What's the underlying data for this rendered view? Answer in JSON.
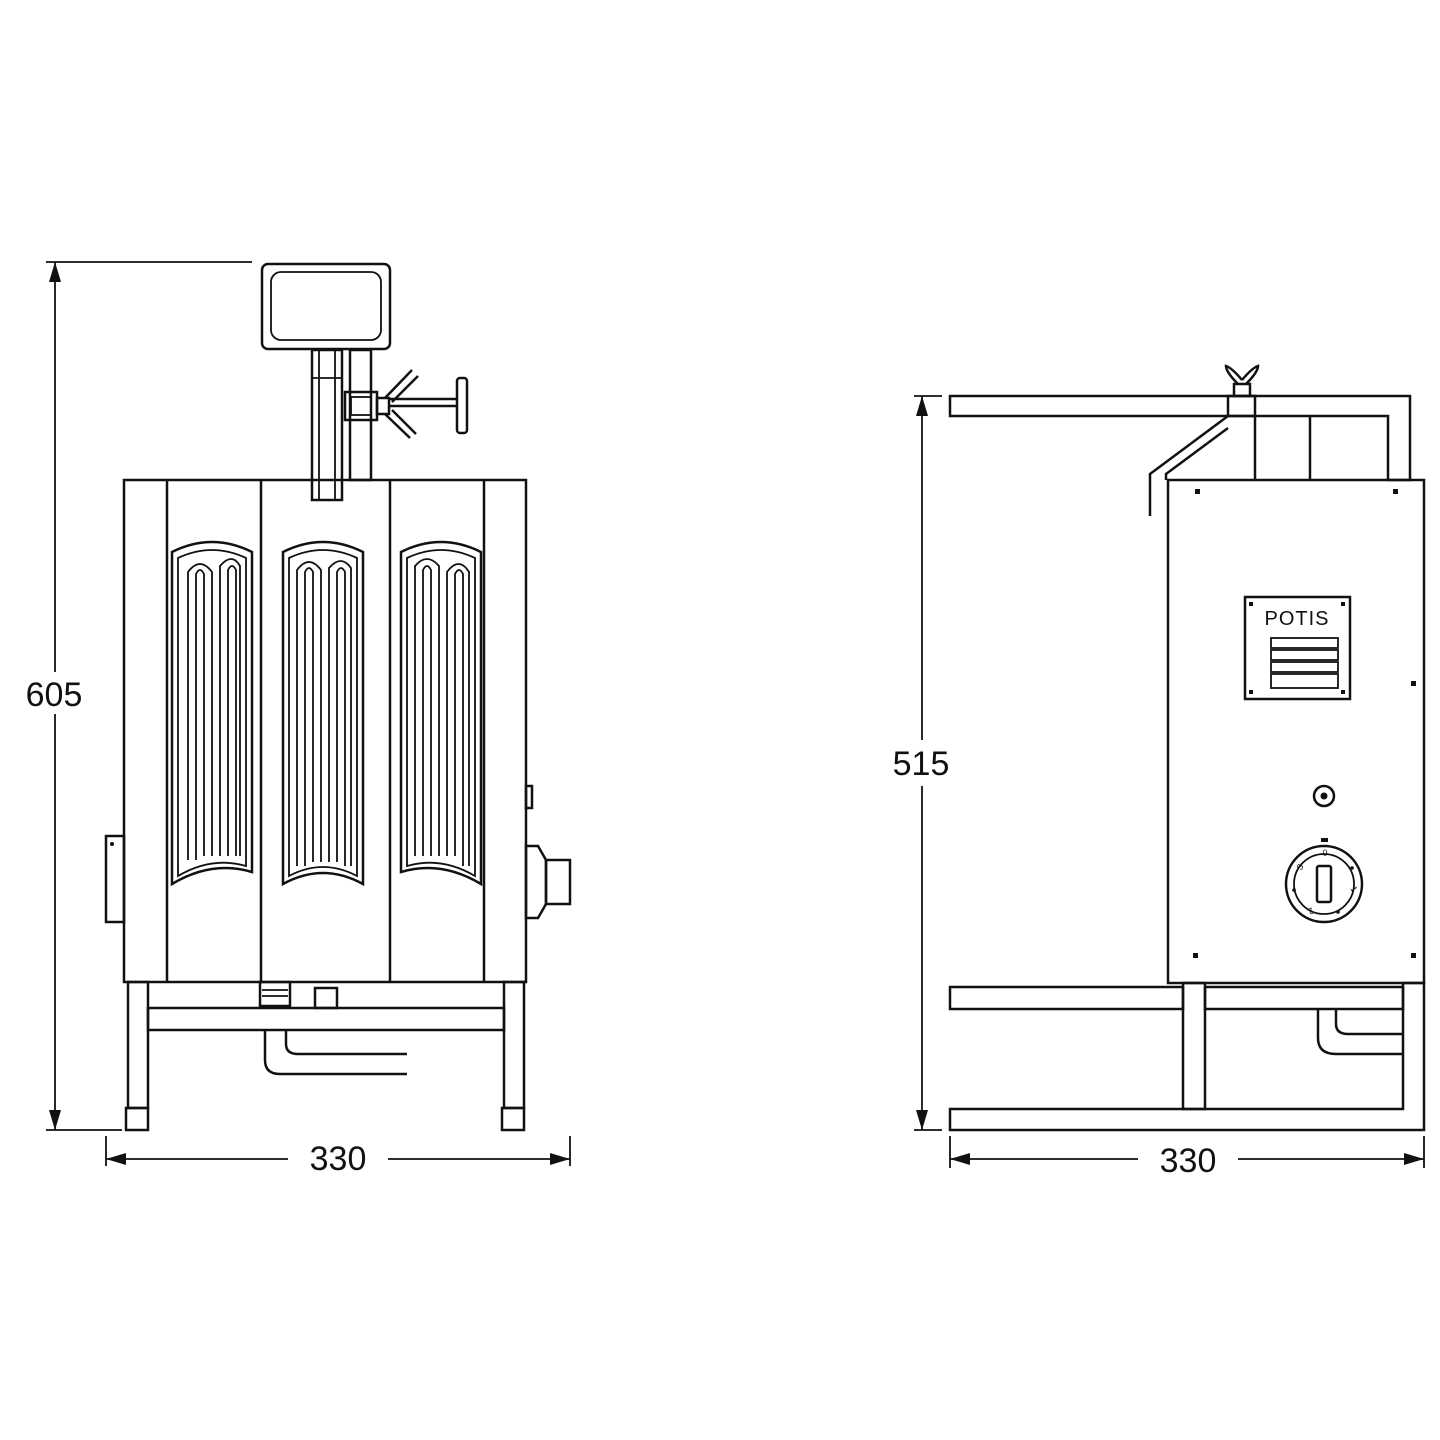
{
  "dimensions": {
    "front_height": "605",
    "front_width": "330",
    "side_height": "515",
    "side_width": "330"
  },
  "brand_label": "POTIS",
  "dial_labels": [
    "0",
    "1",
    "2",
    "3"
  ],
  "colors": {
    "line": "#111111",
    "background": "#ffffff"
  }
}
